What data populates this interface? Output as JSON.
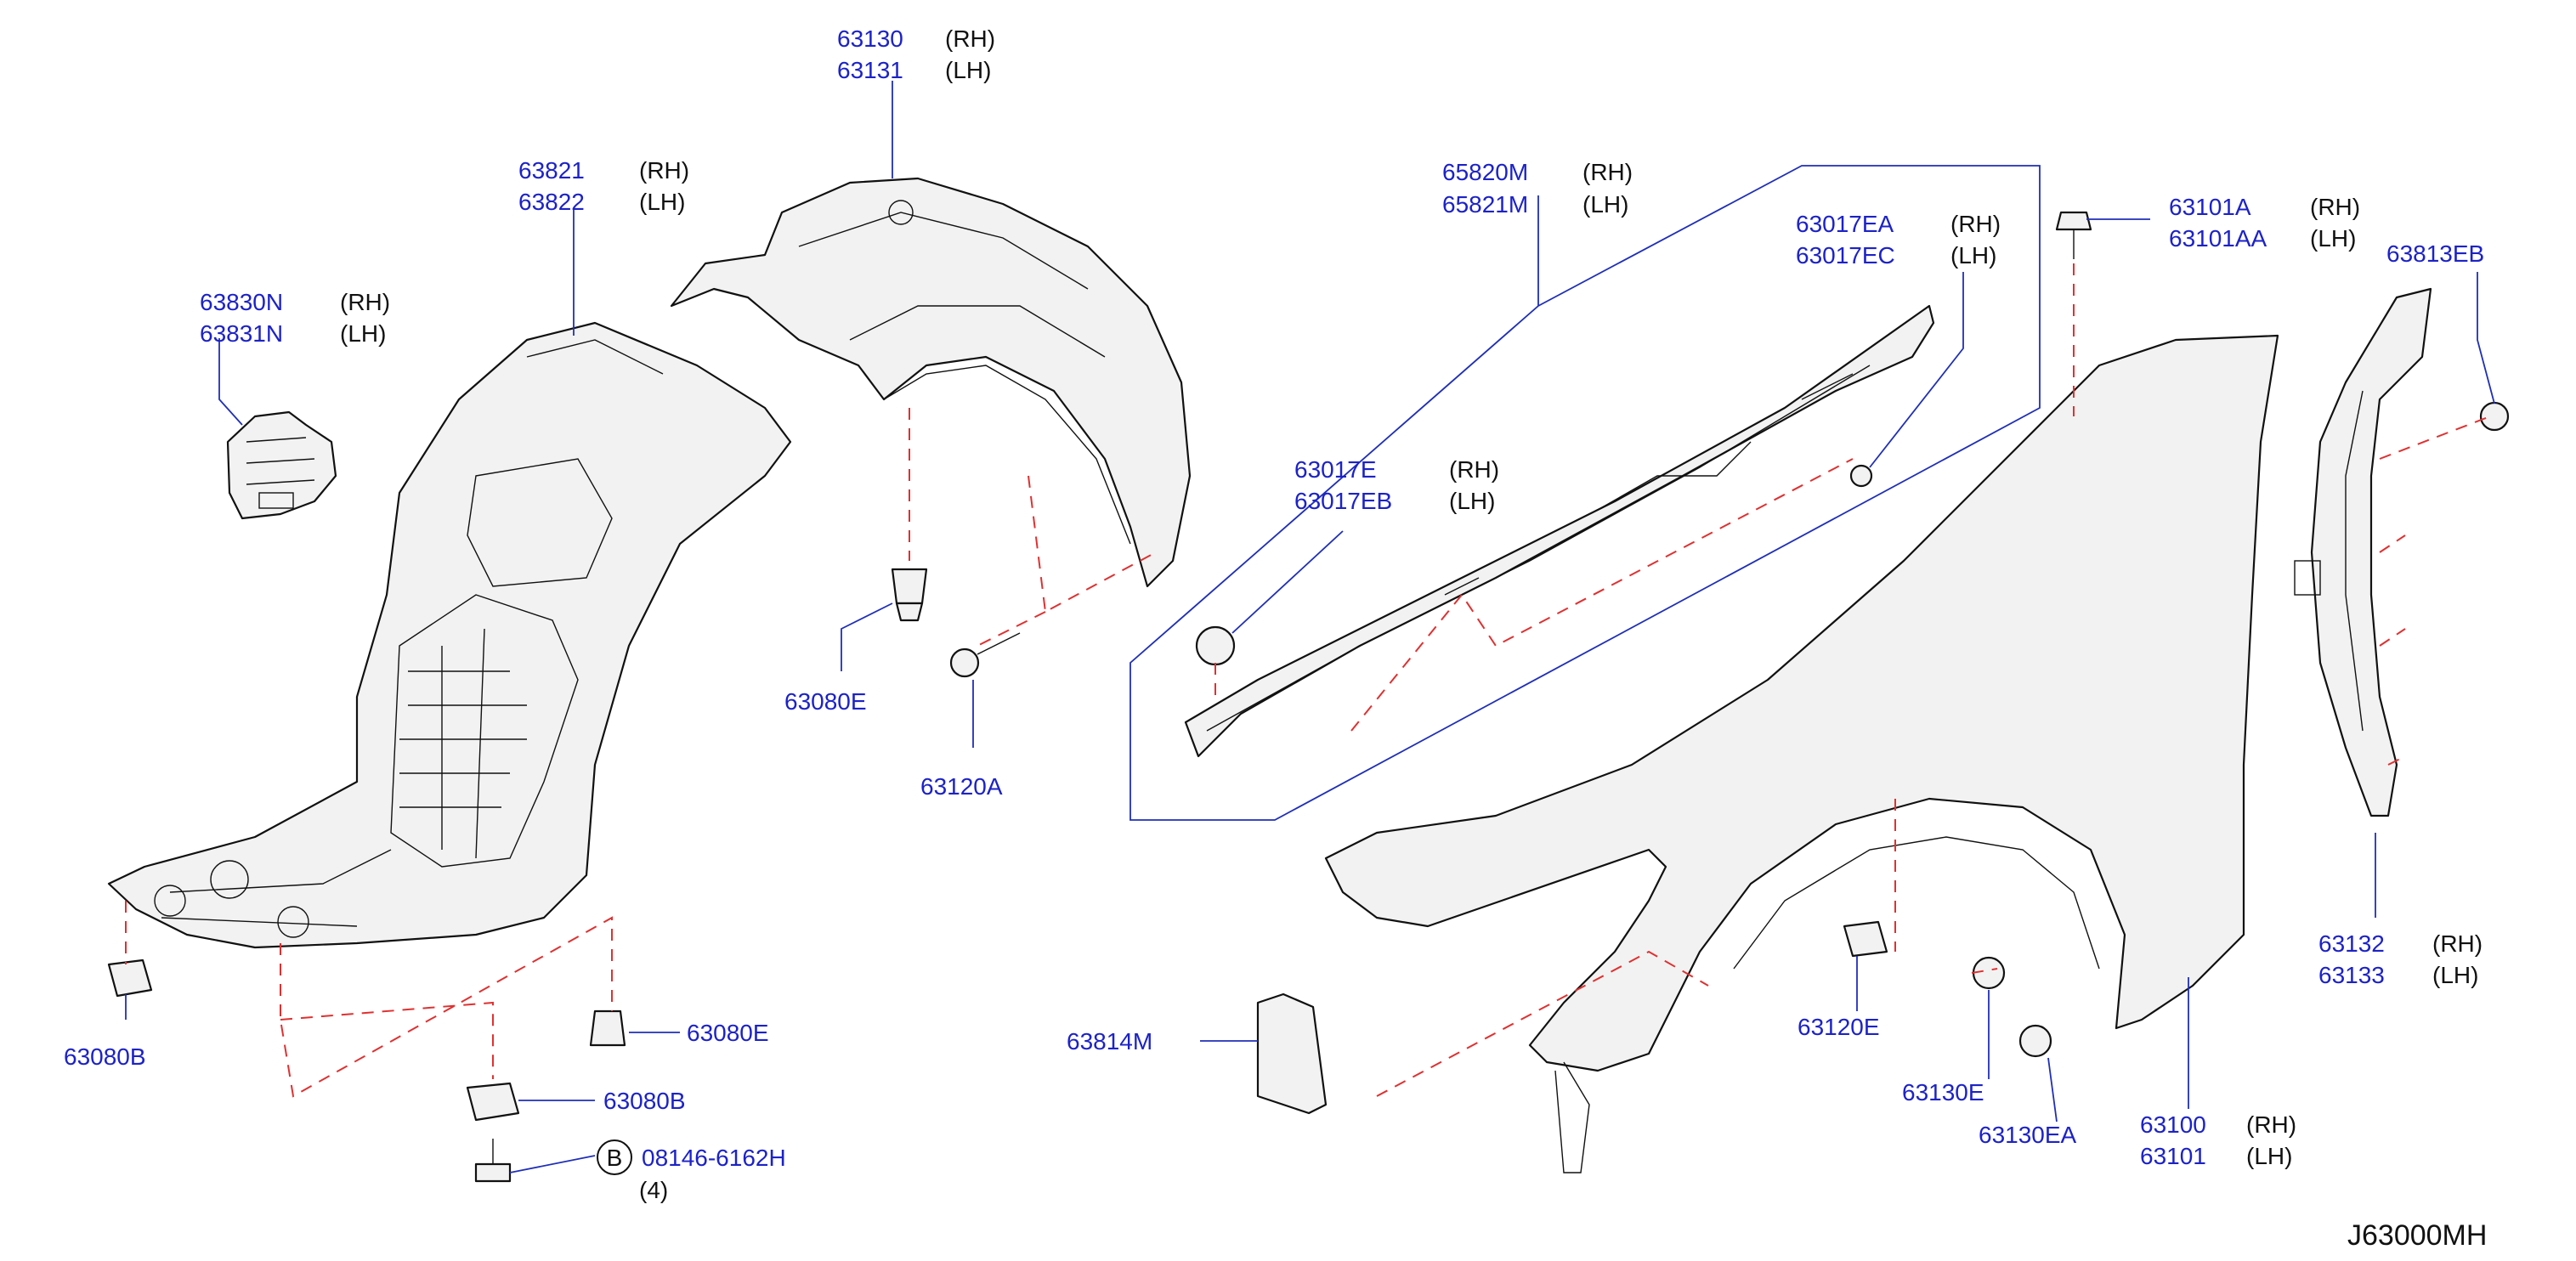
{
  "diagram_code": "J63000MH",
  "colors": {
    "part_number": "#1c22c8",
    "side_text": "#111111",
    "dashed_guide": "#e03030",
    "leader": "#1f2fb8"
  },
  "labels": {
    "p63130": {
      "num1": "63130",
      "side1": "(RH)",
      "num2": "63131",
      "side2": "(LH)"
    },
    "p63821": {
      "num1": "63821",
      "side1": "(RH)",
      "num2": "63822",
      "side2": "(LH)"
    },
    "p63830N": {
      "num1": "63830N",
      "side1": "(RH)",
      "num2": "63831N",
      "side2": "(LH)"
    },
    "p65820M": {
      "num1": "65820M",
      "side1": "(RH)",
      "num2": "65821M",
      "side2": "(LH)"
    },
    "p63017EA": {
      "num1": "63017EA",
      "side1": "(RH)",
      "num2": "63017EC",
      "side2": "(LH)"
    },
    "p63101A": {
      "num1": "63101A",
      "side1": "(RH)",
      "num2": "63101AA",
      "side2": "(LH)"
    },
    "p63813EB": {
      "num": "63813EB"
    },
    "p63017E": {
      "num1": "63017E",
      "side1": "(RH)",
      "num2": "63017EB",
      "side2": "(LH)"
    },
    "p63080E_top": {
      "num": "63080E"
    },
    "p63120A": {
      "num": "63120A"
    },
    "p63132": {
      "num1": "63132",
      "side1": "(RH)",
      "num2": "63133",
      "side2": "(LH)"
    },
    "p63080B_left": {
      "num": "63080B"
    },
    "p63080E_bottom": {
      "num": "63080E"
    },
    "p63080B_bottom": {
      "num": "63080B"
    },
    "p08146": {
      "circle": "B",
      "num": "08146-6162H",
      "qty": "(4)"
    },
    "p63814M": {
      "num": "63814M"
    },
    "p63120E": {
      "num": "63120E"
    },
    "p63130E": {
      "num": "63130E"
    },
    "p63130EA": {
      "num": "63130EA"
    },
    "p63100": {
      "num1": "63100",
      "side1": "(RH)",
      "num2": "63101",
      "side2": "(LH)"
    }
  }
}
